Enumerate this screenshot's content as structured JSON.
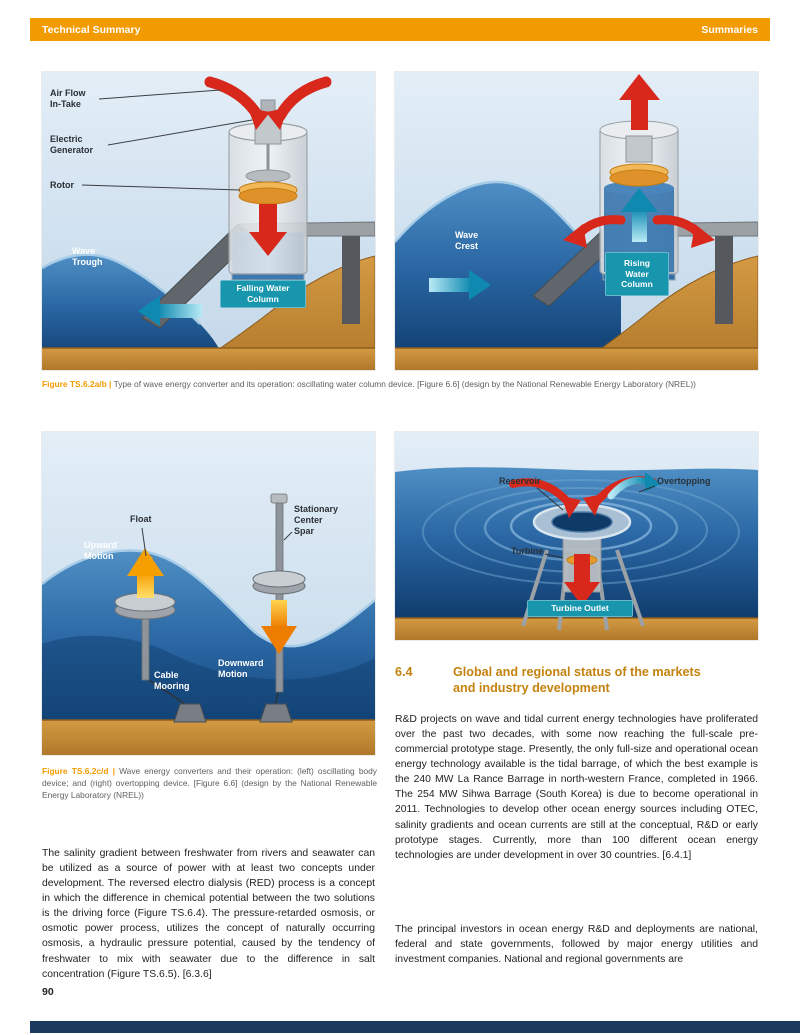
{
  "header": {
    "left": "Technical Summary",
    "right": "Summaries"
  },
  "colors": {
    "header_bg": "#F29B00",
    "figure_label_orange": "#F29B00",
    "section_heading": "#C4820E",
    "teal_label_box": "#1796AE",
    "red_arrow": "#D8281B",
    "ocean_deep_blue": "#0E3A6B",
    "seabed_sand": "#C08637",
    "footer_bar_navy": "#1C3A5E"
  },
  "figures": {
    "ab": {
      "caption_label": "Figure TS.6.2a/b |",
      "caption_text": "Type of wave energy converter and its operation: oscillating water column device. [Figure 6.6] (design by the National Renewable Energy Laboratory (NREL))",
      "panel_a": {
        "labels": {
          "air_flow_intake": "Air Flow\nIn-Take",
          "electric_generator": "Electric\nGenerator",
          "rotor": "Rotor",
          "wave_trough": "Wave\nTrough",
          "falling_water_column": "Falling Water\nColumn"
        }
      },
      "panel_b": {
        "labels": {
          "wave_crest": "Wave\nCrest",
          "rising_water_column": "Rising\nWater\nColumn"
        }
      }
    },
    "cd": {
      "caption_label": "Figure TS.6.2c/d |",
      "caption_text": "Wave energy converters and their operation: (left) oscillating body device; and (right) overtopping device. [Figure 6.6] (design by the National Renewable Energy Laboratory (NREL))",
      "panel_c": {
        "labels": {
          "upward_motion": "Upward\nMotion",
          "float": "Float",
          "stationary_center_spar": "Stationary\nCenter\nSpar",
          "downward_motion": "Downward\nMotion",
          "cable_mooring": "Cable\nMooring"
        }
      },
      "panel_d": {
        "labels": {
          "reservoir": "Reservoir",
          "overtopping": "Overtopping",
          "turbine": "Turbine",
          "turbine_outlet": "Turbine Outlet"
        }
      }
    }
  },
  "left_column": {
    "paragraph": "The salinity gradient between freshwater from rivers and seawater can be utilized as a source of power with at least two concepts under development. The reversed electro dialysis (RED) process is a concept in which the difference in chemical potential between the two solutions is the driving force (Figure TS.6.4). The pressure-retarded osmosis, or osmotic power process, utilizes the concept of naturally occurring osmosis, a hydraulic pressure potential, caused by the tendency of freshwater to mix with seawater due to the difference in salt concentration (Figure TS.6.5). [6.3.6]"
  },
  "right_column": {
    "section_number": "6.4",
    "section_title": "Global and regional status of the markets and industry development",
    "paragraph_1": "R&D projects on wave and tidal current energy technologies have proliferated over the past two decades, with some now reaching the full-scale pre-commercial prototype stage. Presently, the only full-size and operational ocean energy technology available is the tidal barrage, of which the best example is the 240 MW La Rance Barrage in north-western France, completed in 1966. The 254 MW Sihwa Barrage (South Korea) is due to become operational in 2011. Technologies to develop other ocean energy sources including OTEC, salinity gradients and ocean currents are still at the conceptual, R&D or early prototype stages. Currently, more than 100 different ocean energy technologies are under development in over 30 countries. [6.4.1]",
    "paragraph_2": "The principal investors in ocean energy R&D and deployments are national, federal and state governments, followed by major energy utilities and investment companies. National and regional governments are"
  },
  "footer": {
    "page_number": "90"
  }
}
